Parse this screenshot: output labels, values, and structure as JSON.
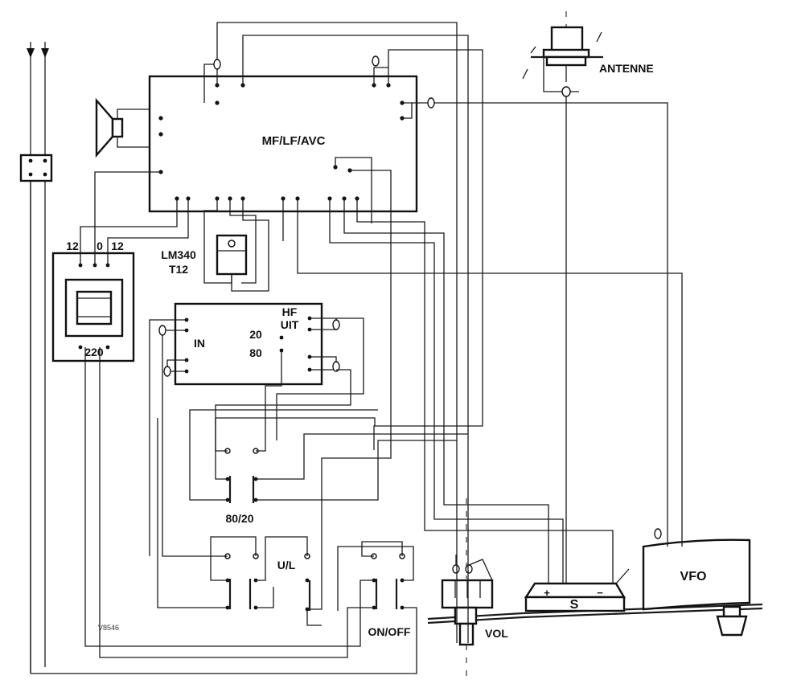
{
  "labels": {
    "mf_module": "MF/LF/AVC",
    "antenna": "ANTENNE",
    "regulator_line1": "LM340",
    "regulator_line2": "T12",
    "hf_line1": "HF",
    "hf_line2": "UIT",
    "hf_in": "IN",
    "hf_20": "20",
    "hf_80": "80",
    "transformer_left": "12",
    "transformer_center": "0",
    "transformer_right": "12",
    "transformer_mains": "220",
    "switch_band": "80/20",
    "switch_ul": "U/L",
    "switch_power": "ON/OFF",
    "vfo": "VFO",
    "volume": "VOL",
    "meter": "S",
    "meter_plus": "+",
    "meter_minus": "−",
    "drawing_code": "V8546"
  }
}
